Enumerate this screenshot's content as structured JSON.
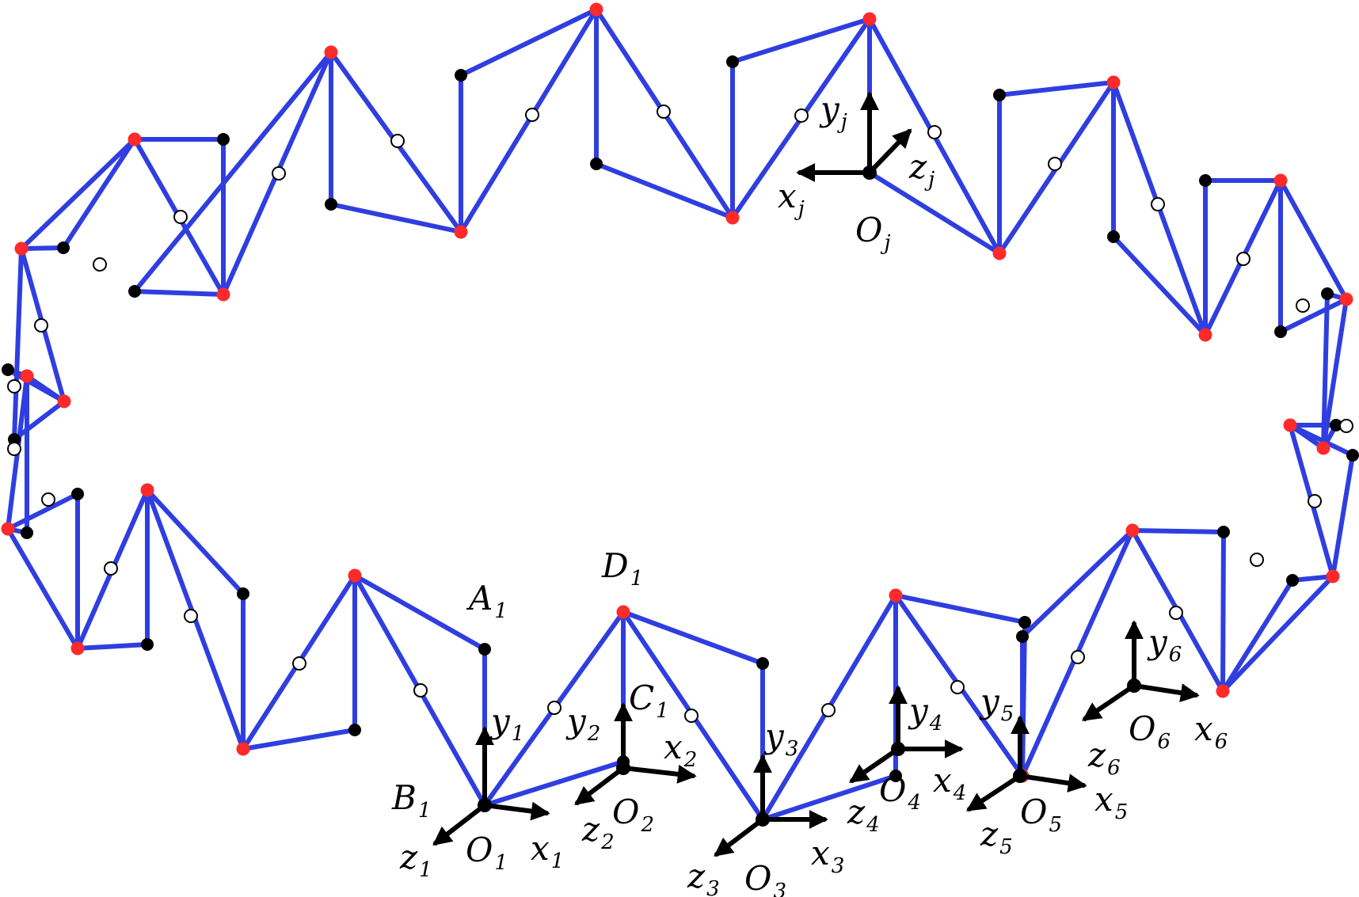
{
  "colors": {
    "edge": "#2f3ee0",
    "joint_red": "#ff2a2a",
    "joint_black": "#000000",
    "joint_white": "#ffffff",
    "axis": "#000000"
  },
  "labels": [
    {
      "id": "A1",
      "main": "A",
      "sub": "1"
    },
    {
      "id": "B1",
      "main": "B",
      "sub": "1"
    },
    {
      "id": "C1",
      "main": "C",
      "sub": "1"
    },
    {
      "id": "D1",
      "main": "D",
      "sub": "1"
    },
    {
      "id": "O1",
      "main": "O",
      "sub": "1"
    },
    {
      "id": "O2",
      "main": "O",
      "sub": "2"
    },
    {
      "id": "O3",
      "main": "O",
      "sub": "3"
    },
    {
      "id": "O4",
      "main": "O",
      "sub": "4"
    },
    {
      "id": "O5",
      "main": "O",
      "sub": "5"
    },
    {
      "id": "O6",
      "main": "O",
      "sub": "6"
    },
    {
      "id": "Oj",
      "main": "O",
      "sub": "j"
    },
    {
      "id": "x1",
      "main": "x",
      "sub": "1"
    },
    {
      "id": "x2",
      "main": "x",
      "sub": "2"
    },
    {
      "id": "x3",
      "main": "x",
      "sub": "3"
    },
    {
      "id": "x4",
      "main": "x",
      "sub": "4"
    },
    {
      "id": "x5",
      "main": "x",
      "sub": "5"
    },
    {
      "id": "x6",
      "main": "x",
      "sub": "6"
    },
    {
      "id": "xj",
      "main": "x",
      "sub": "j"
    },
    {
      "id": "y1",
      "main": "y",
      "sub": "1"
    },
    {
      "id": "y2",
      "main": "y",
      "sub": "2"
    },
    {
      "id": "y3",
      "main": "y",
      "sub": "3"
    },
    {
      "id": "y4",
      "main": "y",
      "sub": "4"
    },
    {
      "id": "y5",
      "main": "y",
      "sub": "5"
    },
    {
      "id": "y6",
      "main": "y",
      "sub": "6"
    },
    {
      "id": "yj",
      "main": "y",
      "sub": "j"
    },
    {
      "id": "z1",
      "main": "z",
      "sub": "1"
    },
    {
      "id": "z2",
      "main": "z",
      "sub": "2"
    },
    {
      "id": "z3",
      "main": "z",
      "sub": "3"
    },
    {
      "id": "z4",
      "main": "z",
      "sub": "4"
    },
    {
      "id": "z5",
      "main": "z",
      "sub": "5"
    },
    {
      "id": "z6",
      "main": "z",
      "sub": "6"
    },
    {
      "id": "zj",
      "main": "z",
      "sub": "j"
    }
  ]
}
